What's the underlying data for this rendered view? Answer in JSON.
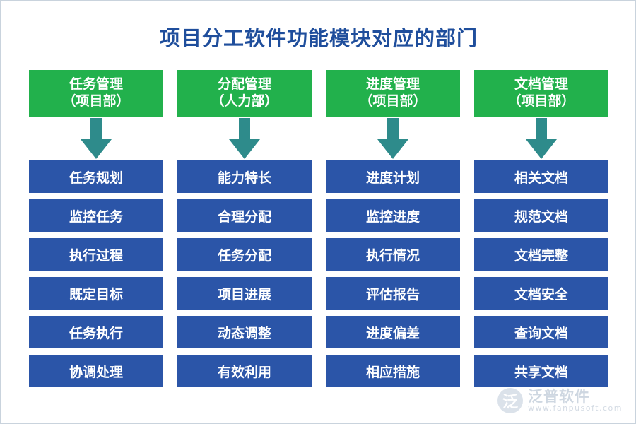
{
  "title": "项目分工软件功能模块对应的部门",
  "colors": {
    "title": "#1f4e9c",
    "header_box": "#22b14c",
    "item_box": "#2b55a8",
    "arrow": "#2e8b8b",
    "page_border": "#c9d3dd"
  },
  "watermark": {
    "text": "泛普软件",
    "logo_mark": "泛",
    "logo_cn": "泛普软件",
    "logo_en": "www.fanpusoft.com"
  },
  "columns": [
    {
      "header_line1": "任务管理",
      "header_line2": "（项目部）",
      "arrow_icon": "down-arrow-icon",
      "items": [
        "任务规划",
        "监控任务",
        "执行过程",
        "既定目标",
        "任务执行",
        "协调处理"
      ]
    },
    {
      "header_line1": "分配管理",
      "header_line2": "（人力部）",
      "arrow_icon": "down-arrow-icon",
      "items": [
        "能力特长",
        "合理分配",
        "任务分配",
        "项目进展",
        "动态调整",
        "有效利用"
      ]
    },
    {
      "header_line1": "进度管理",
      "header_line2": "（项目部）",
      "arrow_icon": "down-arrow-icon",
      "items": [
        "进度计划",
        "监控进度",
        "执行情况",
        "评估报告",
        "进度偏差",
        "相应措施"
      ]
    },
    {
      "header_line1": "文档管理",
      "header_line2": "（项目部）",
      "arrow_icon": "down-arrow-icon",
      "items": [
        "相关文档",
        "规范文档",
        "文档完整",
        "文档安全",
        "查询文档",
        "共享文档"
      ]
    }
  ]
}
